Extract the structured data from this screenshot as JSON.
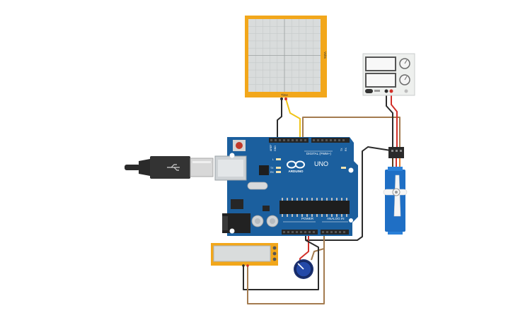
{
  "oscilloscope": {
    "x_label": "Time",
    "y_label": "Volts",
    "color": "#f2a71b"
  },
  "power_supply": {
    "color": "#eef0ee"
  },
  "arduino": {
    "brand": "ARDUINO",
    "model": "UNO",
    "digital_header": "DIGITAL (PWM~)",
    "power_header": "POWER",
    "analog_header": "ANALOG IN",
    "aref": "AREF",
    "gnd": "GND",
    "tx": "TX",
    "rx": "RX",
    "led_l": "L",
    "board_color": "#1b5f9e"
  },
  "multimeter": {
    "color": "#f2a71b"
  },
  "servo": {
    "color": "#1f6fc5"
  },
  "wires": {
    "black": "#2b2b2b",
    "red": "#d2302a",
    "yellow": "#f0c419",
    "brown": "#a37b4f",
    "orange": "#e07a2a"
  }
}
